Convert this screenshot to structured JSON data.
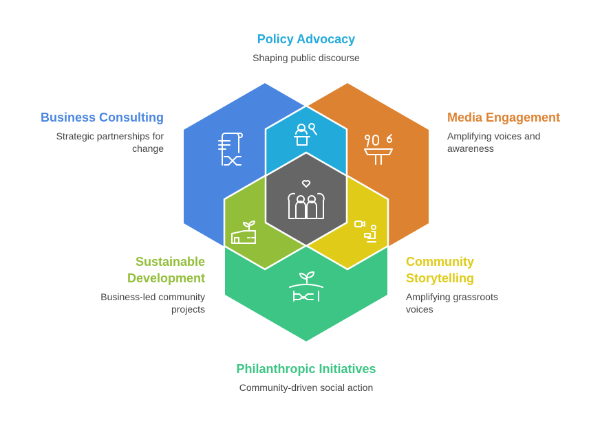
{
  "colors": {
    "business": "#4a86e0",
    "media": "#dd8231",
    "philanthropic": "#3cc584",
    "policy": "#22aadb",
    "sustainable": "#92be3a",
    "storytelling": "#dfcb18",
    "center": "#666666"
  },
  "policy": {
    "title": "Policy Advocacy",
    "desc": "Shaping public discourse",
    "icon": "speaker-podium-icon"
  },
  "business": {
    "title": "Business Consulting",
    "desc": "Strategic partnerships for change",
    "icon": "contract-handshake-icon"
  },
  "media": {
    "title": "Media Engagement",
    "desc": "Amplifying voices and awareness",
    "icon": "microphones-podium-icon"
  },
  "sustainable": {
    "title": "Sustainable Development",
    "desc": "Business-led community projects",
    "icon": "factory-plant-icon"
  },
  "storytelling": {
    "title": "Community Storytelling",
    "desc": "Amplifying grassroots voices",
    "icon": "video-storyteller-icon"
  },
  "philanthropic": {
    "title": "Philanthropic Initiatives",
    "desc": "Community-driven social action",
    "icon": "plant-handshake-icon"
  },
  "center": {
    "icon": "community-family-heart-icon"
  }
}
